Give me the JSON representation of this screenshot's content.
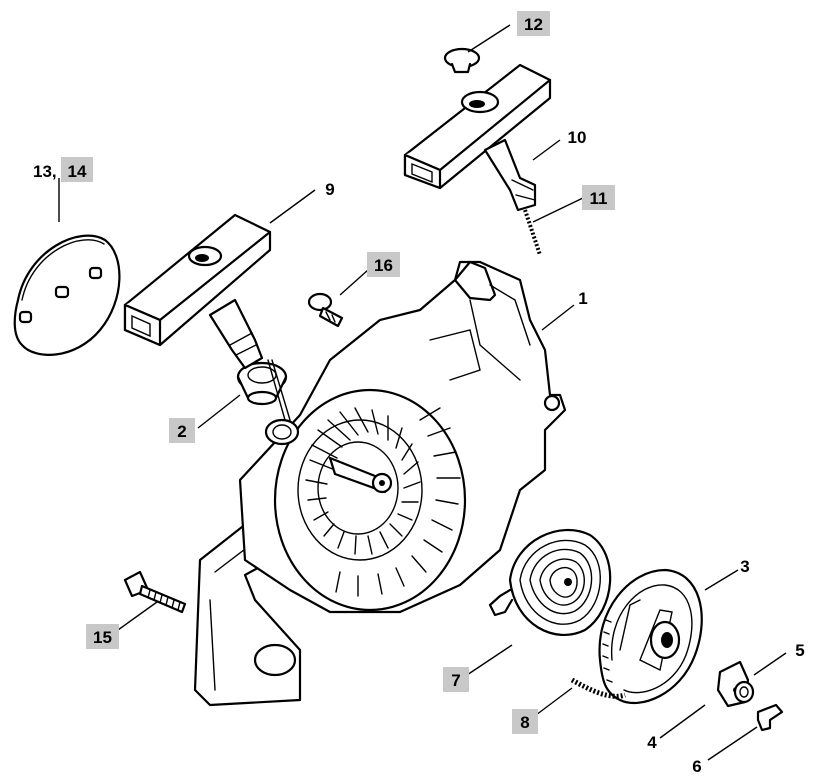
{
  "callouts": [
    {
      "id": "1",
      "text": "1",
      "highlighted": false,
      "part": "starter housing"
    },
    {
      "id": "2",
      "text": "2",
      "highlighted": true,
      "part": "rope guide bushing"
    },
    {
      "id": "3",
      "text": "3",
      "highlighted": false,
      "part": "rope rotor"
    },
    {
      "id": "4",
      "text": "4",
      "highlighted": false,
      "part": "pawl"
    },
    {
      "id": "5",
      "text": "5",
      "highlighted": false,
      "part": "washer"
    },
    {
      "id": "6",
      "text": "6",
      "highlighted": false,
      "part": "spring clip"
    },
    {
      "id": "7",
      "text": "7",
      "highlighted": true,
      "part": "rewind spring"
    },
    {
      "id": "8",
      "text": "8",
      "highlighted": true,
      "part": "starter rope"
    },
    {
      "id": "9",
      "text": "9",
      "highlighted": false,
      "part": "starter grip"
    },
    {
      "id": "10",
      "text": "10",
      "highlighted": false,
      "part": "starter grip"
    },
    {
      "id": "11",
      "text": "11",
      "highlighted": true,
      "part": "starter rope"
    },
    {
      "id": "12",
      "text": "12",
      "highlighted": true,
      "part": "cap"
    },
    {
      "id": "13",
      "text": "13,",
      "highlighted": false,
      "part": "cover plate"
    },
    {
      "id": "14",
      "text": "14",
      "highlighted": true,
      "part": "cover plate"
    },
    {
      "id": "15",
      "text": "15",
      "highlighted": true,
      "part": "screw"
    },
    {
      "id": "16",
      "text": "16",
      "highlighted": true,
      "part": "screw"
    }
  ],
  "colors": {
    "highlight": "#c8c8c8",
    "ink": "#000000",
    "background": "#ffffff"
  }
}
